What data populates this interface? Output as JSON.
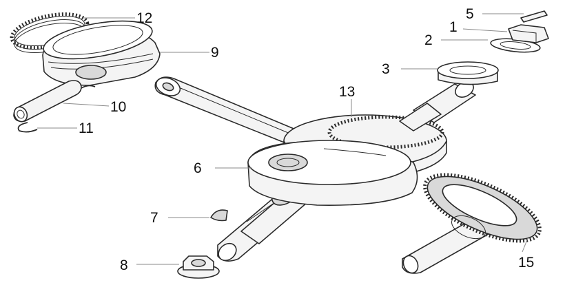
{
  "callouts": {
    "c1": "1",
    "c2": "2",
    "c3": "3",
    "c5": "5",
    "c6": "6",
    "c7": "7",
    "c8": "8",
    "c9": "9",
    "c10": "10",
    "c11": "11",
    "c12": "12",
    "c13": "13",
    "c15": "15"
  }
}
